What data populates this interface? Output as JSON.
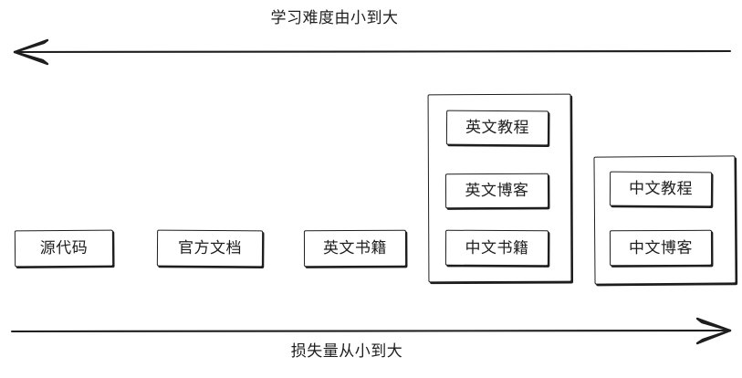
{
  "diagram": {
    "title_top": "学习难度由小到大",
    "title_bottom": "损失量从小到大",
    "stroke_color": "#1e1e1e",
    "background_color": "#ffffff",
    "axes": [
      {
        "name": "top-axis",
        "label": "学习难度由小到大",
        "direction": "left",
        "arrowhead": "left"
      },
      {
        "name": "bottom-axis",
        "label": "损失量从小到大",
        "direction": "right",
        "arrowhead": "right"
      }
    ],
    "nodes": [
      {
        "id": "source-code",
        "label": "源代码"
      },
      {
        "id": "official-docs",
        "label": "官方文档"
      },
      {
        "id": "english-books",
        "label": "英文书籍"
      }
    ],
    "groups": [
      {
        "id": "english-group",
        "items": [
          {
            "id": "english-tutorials",
            "label": "英文教程"
          },
          {
            "id": "english-blogs",
            "label": "英文博客"
          },
          {
            "id": "chinese-books",
            "label": "中文书籍"
          }
        ]
      },
      {
        "id": "chinese-group",
        "items": [
          {
            "id": "chinese-tutorials",
            "label": "中文教程"
          },
          {
            "id": "chinese-blogs",
            "label": "中文博客"
          }
        ]
      }
    ]
  }
}
